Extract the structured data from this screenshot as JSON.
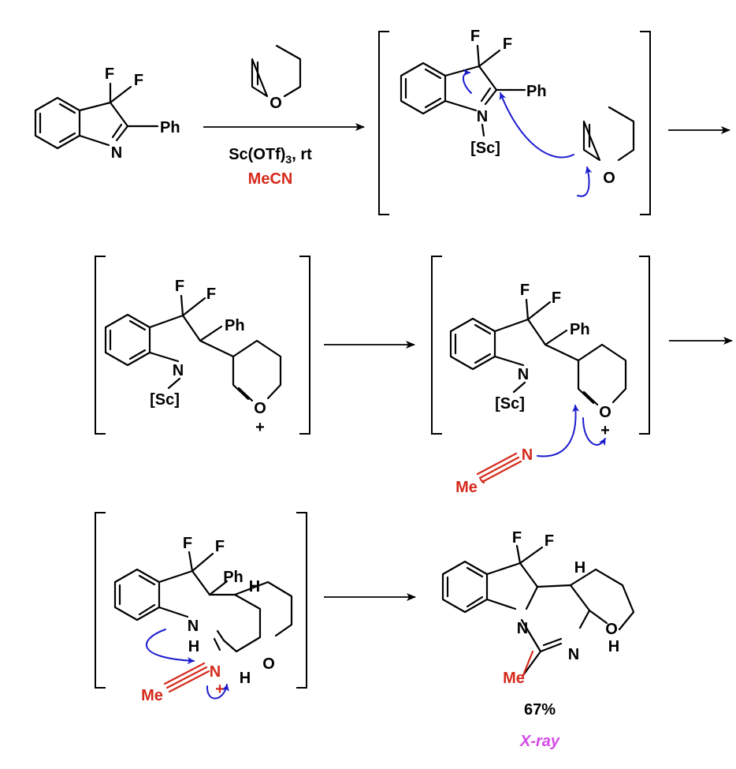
{
  "labels": {
    "F": "F",
    "N": "N",
    "O": "O",
    "H": "H",
    "Ph": "Ph",
    "Sc": "[Sc]",
    "Me": "Me",
    "plus": "+"
  },
  "reagents": {
    "lewis_acid_main": "Sc(OTf)",
    "lewis_acid_sub": "3",
    "lewis_acid_suffix": ", rt",
    "solvent": "MeCN"
  },
  "result": {
    "yield": "67%",
    "note": "X-ray"
  },
  "colors": {
    "black": "#000000",
    "red": "#d42a1b",
    "blue": "#1c1ccf",
    "pink": "#d54be6"
  }
}
